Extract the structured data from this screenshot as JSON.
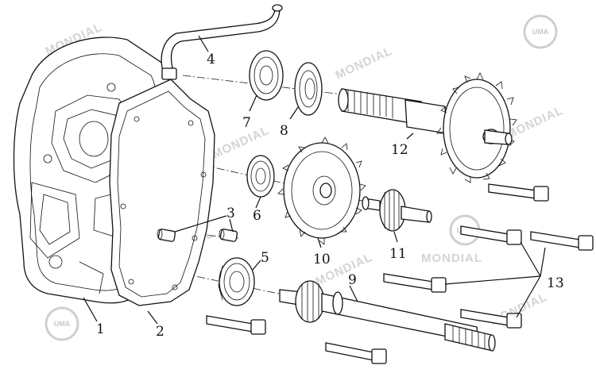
{
  "callouts": [
    "1",
    "2",
    "3",
    "4",
    "5",
    "6",
    "7",
    "8",
    "9",
    "10",
    "11",
    "12",
    "13"
  ],
  "watermark_text": "MONDIAL",
  "watermark_logo": "UMA",
  "colors": {
    "line": "#111111",
    "watermark": "#d4d4d4",
    "background": "#ffffff"
  }
}
